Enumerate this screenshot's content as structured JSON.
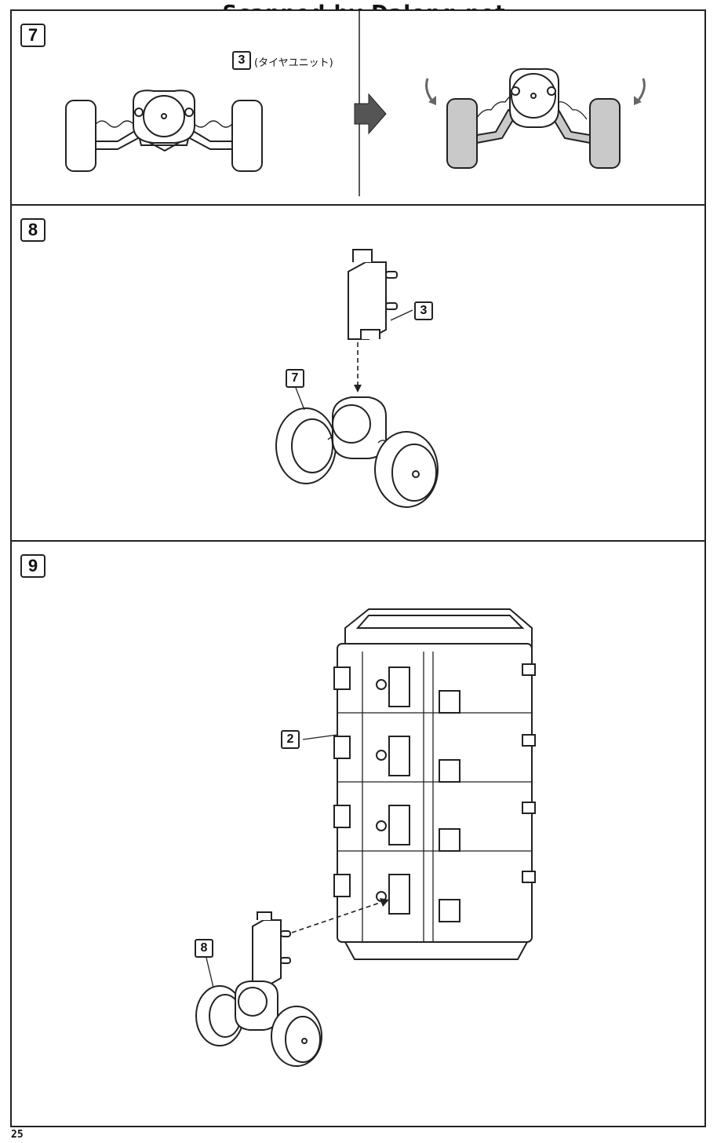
{
  "watermark": "Scanned by Dalong.net",
  "page_number": "25",
  "steps": [
    {
      "number": "7",
      "part_callouts": [
        {
          "part": "3",
          "note": "(タイヤユニット)"
        }
      ]
    },
    {
      "number": "8",
      "part_callouts": [
        {
          "part": "3"
        },
        {
          "part": "7"
        }
      ]
    },
    {
      "number": "9",
      "part_callouts": [
        {
          "part": "2"
        },
        {
          "part": "8"
        }
      ]
    }
  ],
  "icons": [
    "tire-unit-icon",
    "arrow-right-icon",
    "rotate-arrow-icon",
    "container-block-icon",
    "connector-bracket-icon"
  ]
}
